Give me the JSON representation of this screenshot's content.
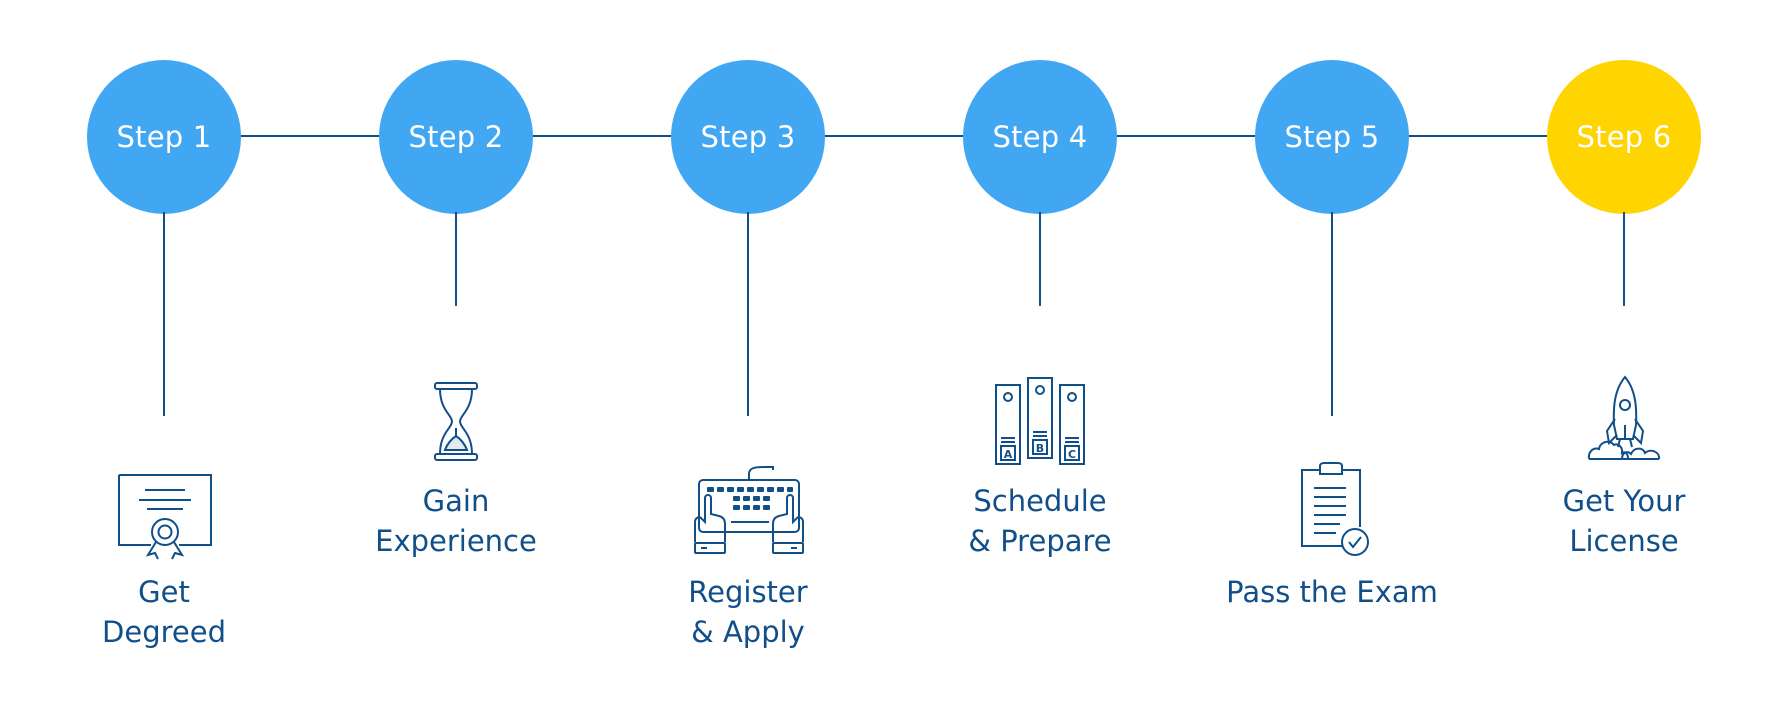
{
  "colors": {
    "step_circle": "#42a7f2",
    "final_step_circle": "#fed401",
    "line_and_text": "#114f89"
  },
  "steps": [
    {
      "title": "Step 1",
      "label_lines": [
        "Get",
        "Degreed"
      ],
      "icon": "certificate-icon"
    },
    {
      "title": "Step 2",
      "label_lines": [
        "Gain",
        "Experience"
      ],
      "icon": "hourglass-icon"
    },
    {
      "title": "Step 3",
      "label_lines": [
        "Register",
        "& Apply"
      ],
      "icon": "keyboard-icon"
    },
    {
      "title": "Step 4",
      "label_lines": [
        "Schedule",
        "& Prepare"
      ],
      "icon": "binders-icon"
    },
    {
      "title": "Step 5",
      "label_lines": [
        "Pass the Exam"
      ],
      "icon": "clipboard-check-icon"
    },
    {
      "title": "Step 6",
      "label_lines": [
        "Get Your",
        "License"
      ],
      "icon": "rocket-icon"
    }
  ],
  "binder_letters": [
    "A",
    "B",
    "C"
  ]
}
